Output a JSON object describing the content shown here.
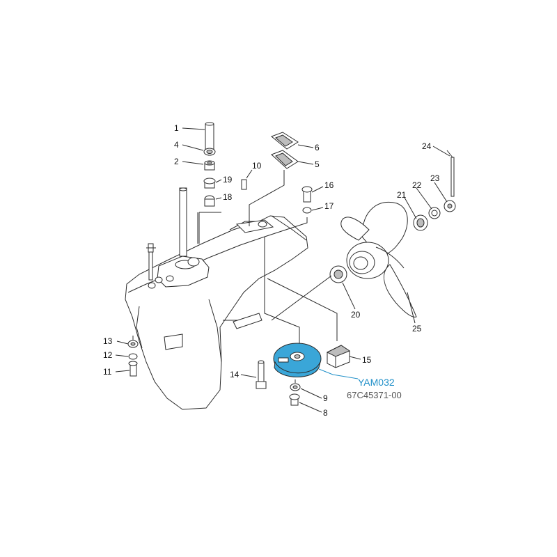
{
  "labels": {
    "p1": "1",
    "p2": "2",
    "p4": "4",
    "p5": "5",
    "p6": "6",
    "p8": "8",
    "p9": "9",
    "p10": "10",
    "p11": "11",
    "p12": "12",
    "p13": "13",
    "p14": "14",
    "p15": "15",
    "p16": "16",
    "p17": "17",
    "p18": "18",
    "p19": "19",
    "p20": "20",
    "p21": "21",
    "p22": "22",
    "p23": "23",
    "p24": "24",
    "p25": "25"
  },
  "callout": {
    "code": "YAM032",
    "part_number": "67C45371-00"
  },
  "colors": {
    "highlight": "#3aa6d8",
    "callout_code": "#1f8fc8",
    "part_number": "#555555",
    "line": "#2a2a2a"
  }
}
